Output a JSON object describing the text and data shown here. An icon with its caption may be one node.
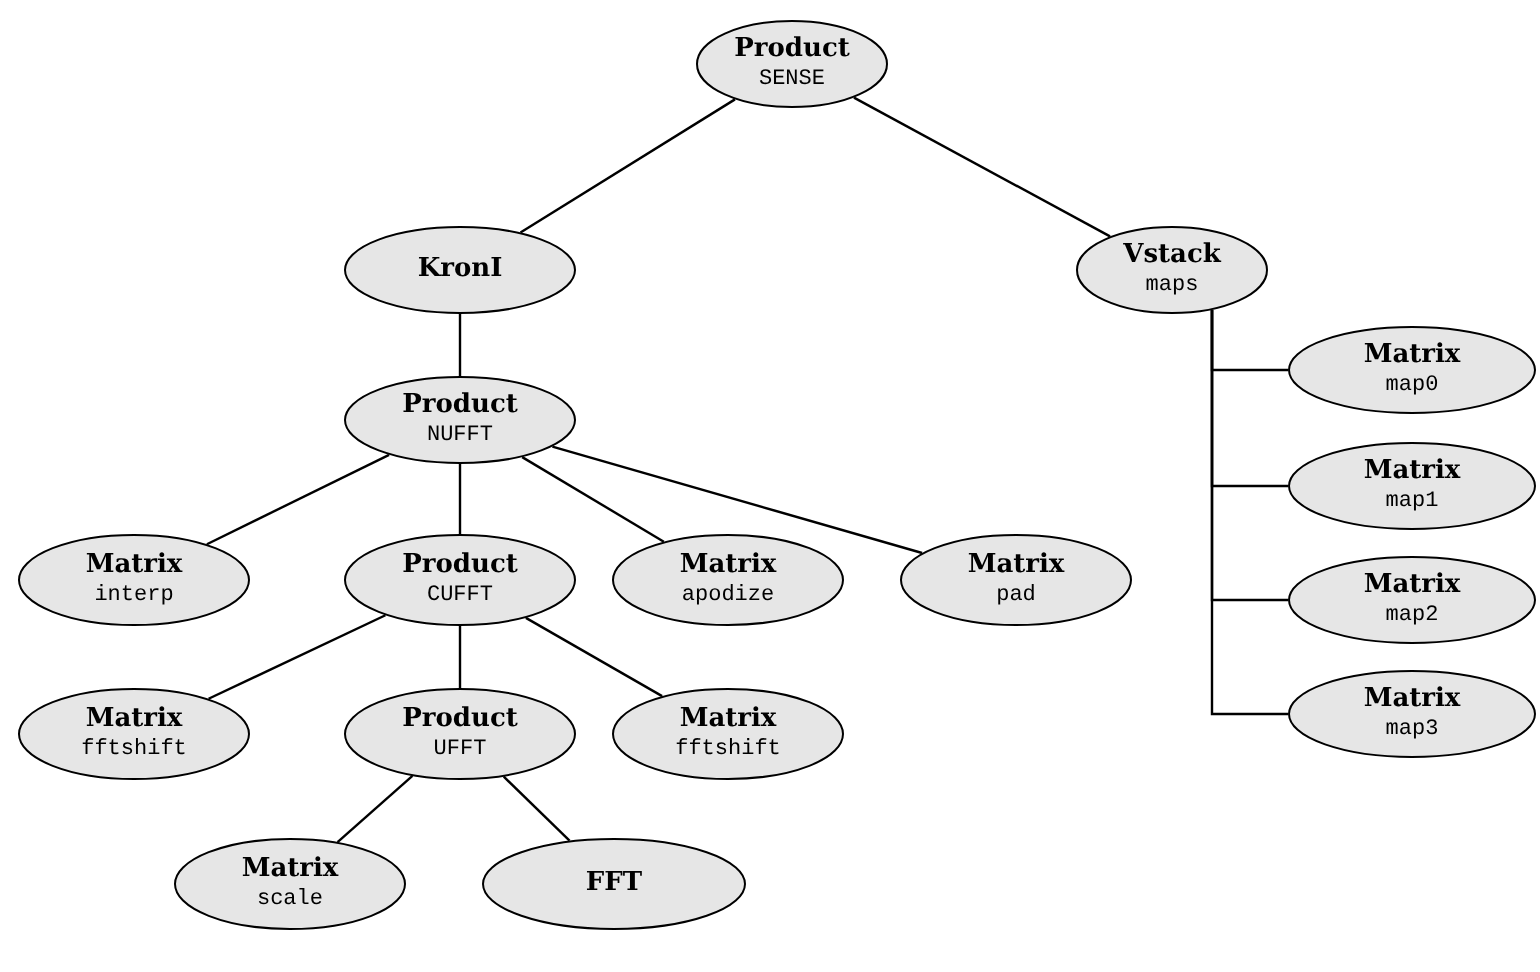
{
  "diagram": {
    "nodes": [
      {
        "text": [
          "Product",
          "SENSE"
        ]
      },
      {
        "text": [
          "KronI"
        ]
      },
      {
        "text": [
          "Vstack",
          "maps"
        ]
      },
      {
        "text": [
          "Product",
          "NUFFT"
        ]
      },
      {
        "text": [
          "Matrix",
          "interp"
        ]
      },
      {
        "text": [
          "Product",
          "CUFFT"
        ]
      },
      {
        "text": [
          "Matrix",
          "apodize"
        ]
      },
      {
        "text": [
          "Matrix",
          "pad"
        ]
      },
      {
        "text": [
          "Matrix",
          "fftshift"
        ]
      },
      {
        "text": [
          "Product",
          "UFFT"
        ]
      },
      {
        "text": [
          "Matrix",
          "fftshift"
        ]
      },
      {
        "text": [
          "Matrix",
          "scale"
        ]
      },
      {
        "text": [
          "FFT"
        ]
      },
      {
        "text": [
          "Matrix",
          "map0"
        ]
      },
      {
        "text": [
          "Matrix",
          "map1"
        ]
      },
      {
        "text": [
          "Matrix",
          "map2"
        ]
      },
      {
        "text": [
          "Matrix",
          "map3"
        ]
      }
    ],
    "edges": [
      {
        "from": 0,
        "to": 1,
        "arrow": "none"
      },
      {
        "from": 0,
        "to": 2,
        "arrow": "none"
      },
      {
        "from": 1,
        "to": 3,
        "arrow": "none"
      },
      {
        "from": 3,
        "to": 4,
        "arrow": "none"
      },
      {
        "from": 3,
        "to": 5,
        "arrow": "none"
      },
      {
        "from": 3,
        "to": 6,
        "arrow": "none"
      },
      {
        "from": 3,
        "to": 7,
        "arrow": "none"
      },
      {
        "from": 5,
        "to": 8,
        "arrow": "none"
      },
      {
        "from": 5,
        "to": 9,
        "arrow": "none"
      },
      {
        "from": 5,
        "to": 10,
        "arrow": "none"
      },
      {
        "from": 9,
        "to": 11,
        "arrow": "none"
      },
      {
        "from": 9,
        "to": 12,
        "arrow": "none"
      },
      {
        "from": 2,
        "to": 13,
        "arrow": "none"
      },
      {
        "from": 2,
        "to": 14,
        "arrow": "none"
      },
      {
        "from": 2,
        "to": 15,
        "arrow": "none"
      },
      {
        "from": 2,
        "to": 16,
        "arrow": "none"
      }
    ]
  }
}
